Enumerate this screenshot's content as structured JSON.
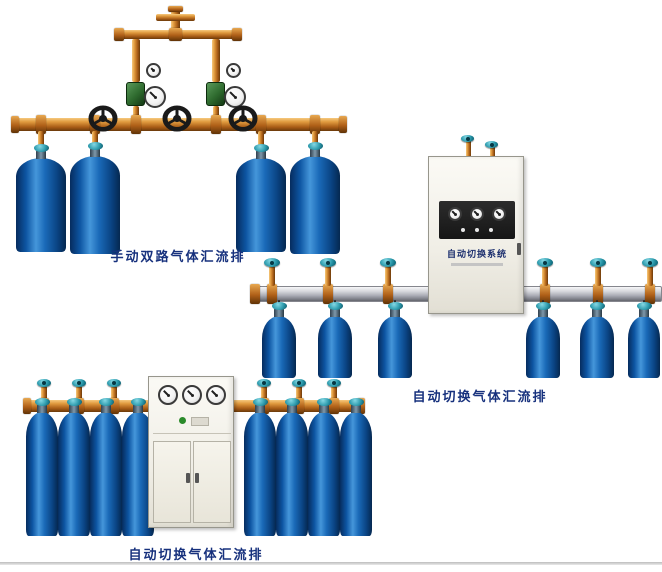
{
  "page": {
    "background": "#ffffff"
  },
  "products": [
    {
      "id": "manual-dual-manifold",
      "caption": "手动双路气体汇流排"
    },
    {
      "id": "auto-switch-wall-cabinet",
      "caption": "自动切换气体汇流排"
    },
    {
      "id": "auto-switch-floor-cabinet",
      "caption": "自动切换气体汇流排"
    }
  ],
  "wall_cabinet": {
    "title": "自动切换系统"
  },
  "colors": {
    "caption_text": "#17317d",
    "brass_pipe": "#c87f2e",
    "cylinder_blue": "#0d55a2",
    "valve_teal": "#2e9cae",
    "rail_silver": "#a9abb4"
  }
}
